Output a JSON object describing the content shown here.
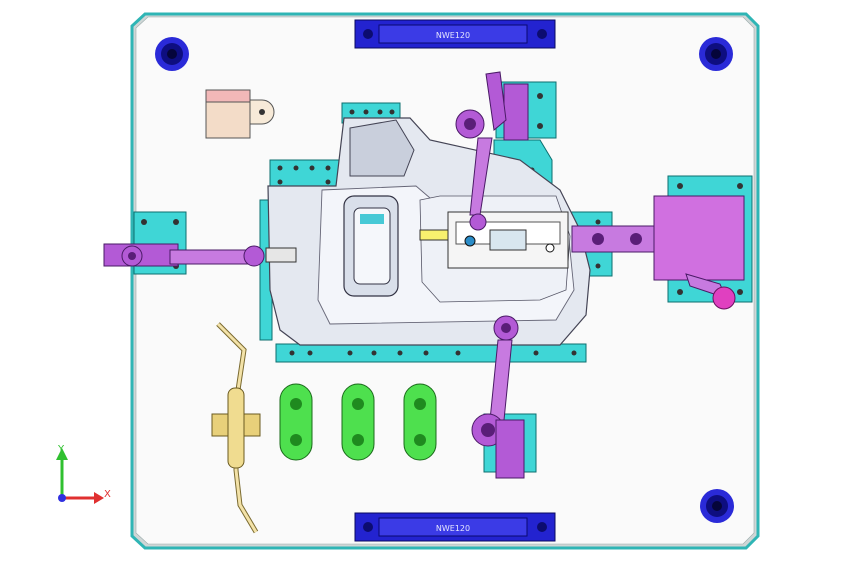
{
  "viewport": {
    "title": "",
    "background": "#ffffff"
  },
  "fixture": {
    "plate_color": "#fafafa",
    "plate_edge_color": "#2fb5b5",
    "bracket_color": "#3fd6d6",
    "clamp_color": "#b35ad6",
    "part_color": "#e4e8f0",
    "locator_color": "#4ee04e",
    "bolt_color": "#1c1ccc",
    "top_nameplate_text": "NWE120",
    "bottom_nameplate_text": "NWE120"
  },
  "triad": {
    "x_label": "X",
    "y_label": "Y",
    "x_color": "#e03030",
    "y_color": "#30c030",
    "z_color": "#3030e0"
  }
}
